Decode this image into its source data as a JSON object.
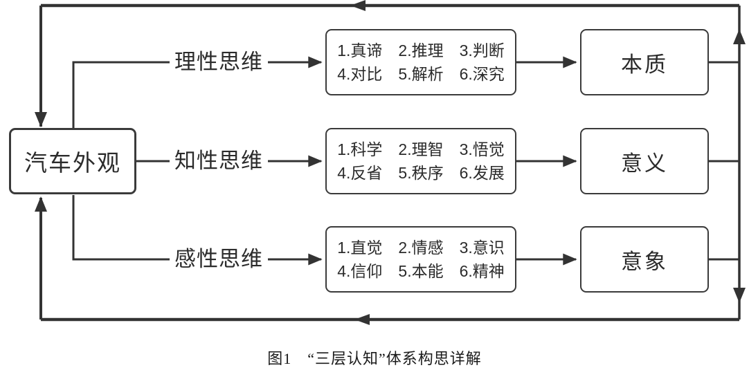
{
  "figure": {
    "caption": "图1　“三层认知”体系构思详解",
    "source": {
      "label": "汽车外观"
    },
    "rows": [
      {
        "thinking_label": "理性思维",
        "factors_line1": "1.真谛　2.推理　3.判断",
        "factors_line2": "4.对比　5.解析　6.深究",
        "outcome": "本质"
      },
      {
        "thinking_label": "知性思维",
        "factors_line1": "1.科学　2.理智　3.悟觉",
        "factors_line2": "4.反省　5.秩序　6.发展",
        "outcome": "意义"
      },
      {
        "thinking_label": "感性思维",
        "factors_line1": "1.直觉　2.情感　3.意识",
        "factors_line2": "4.信仰　5.本能　6.精神",
        "outcome": "意象"
      }
    ],
    "colors": {
      "line": "#333333",
      "border": "#3a3a3a",
      "text": "#2b2b2b",
      "background": "#ffffff"
    }
  }
}
